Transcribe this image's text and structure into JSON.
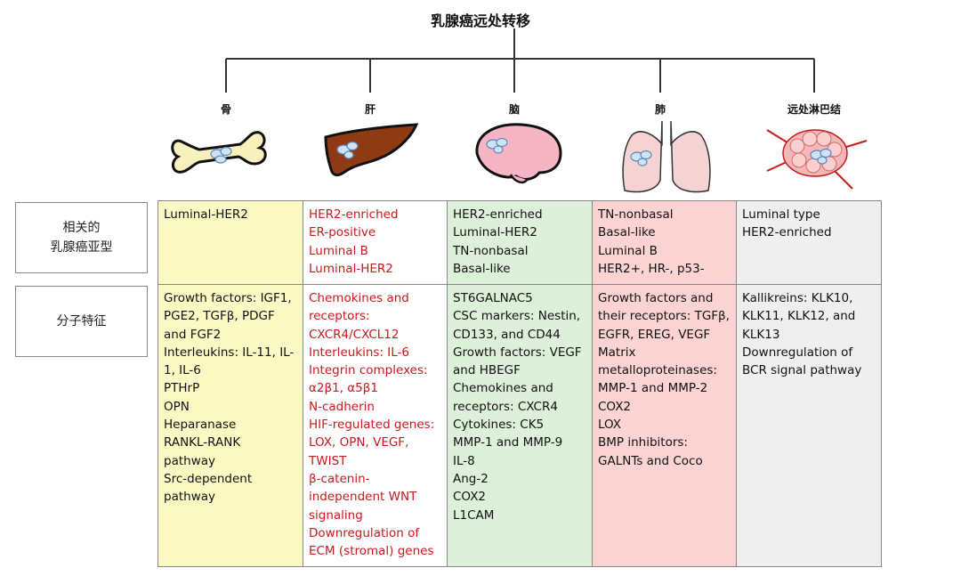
{
  "title": "乳腺癌远处转移",
  "row_labels": [
    [
      "相关的",
      "乳腺癌亚型"
    ],
    [
      "分子特征"
    ]
  ],
  "colors": {
    "text": "#111111",
    "red_text": "#c8191c",
    "bone_col": "#fbf9c4",
    "liver_col": "#ffffff",
    "brain_col": "#ddf0d9",
    "lung_col": "#fbd3d3",
    "lymph_col": "#efefef"
  },
  "columns": [
    {
      "organ": "骨",
      "icon": "bone-icon",
      "text_color": "#111111",
      "bg": "#fbf9c4",
      "subtypes": [
        "Luminal-HER2"
      ],
      "features": [
        "Growth factors: IGF1,",
        "PGE2, TGFβ, PDGF",
        "and FGF2",
        "Interleukins: IL-11, IL-",
        "1, IL-6",
        "PTHrP",
        "OPN",
        "Heparanase",
        "RANKL-RANK",
        "pathway",
        "Src-dependent",
        "pathway"
      ]
    },
    {
      "organ": "肝",
      "icon": "liver-icon",
      "text_color": "#c8191c",
      "bg": "#ffffff",
      "subtypes": [
        "HER2-enriched",
        "ER-positive",
        "Luminal B",
        "Luminal-HER2"
      ],
      "features": [
        "Chemokines and",
        "receptors:",
        "CXCR4/CXCL12",
        "Interleukins: IL-6",
        "Integrin complexes:",
        "α2β1, α5β1",
        "N-cadherin",
        "HIF-regulated genes:",
        "LOX, OPN, VEGF,",
        "TWIST",
        "β-catenin-",
        "independent WNT",
        "signaling",
        "Downregulation of",
        "ECM (stromal) genes"
      ]
    },
    {
      "organ": "脑",
      "icon": "brain-icon",
      "text_color": "#111111",
      "bg": "#ddf0d9",
      "subtypes": [
        "HER2-enriched",
        "Luminal-HER2",
        "TN-nonbasal",
        "Basal-like"
      ],
      "features": [
        "ST6GALNAC5",
        "CSC markers: Nestin,",
        "CD133, and CD44",
        "Growth factors: VEGF",
        "and HBEGF",
        "Chemokines and",
        "receptors: CXCR4",
        "Cytokines: CK5",
        "MMP-1 and MMP-9",
        "IL-8",
        "Ang-2",
        "COX2",
        "L1CAM"
      ]
    },
    {
      "organ": "肺",
      "icon": "lung-icon",
      "text_color": "#111111",
      "bg": "#fbd3d3",
      "subtypes": [
        "TN-nonbasal",
        "Basal-like",
        "Luminal B",
        "HER2+, HR-, p53-"
      ],
      "features": [
        "Growth factors and",
        "their receptors: TGFβ,",
        "EGFR, EREG, VEGF",
        "Matrix",
        "metalloproteinases:",
        "MMP-1 and MMP-2",
        "COX2",
        "LOX",
        "BMP inhibitors:",
        "GALNTs and Coco"
      ]
    },
    {
      "organ": "远处淋巴结",
      "icon": "lymph-node-icon",
      "text_color": "#111111",
      "bg": "#efefef",
      "subtypes": [
        "Luminal type",
        "HER2-enriched"
      ],
      "features": [
        "Kallikreins: KLK10,",
        "KLK11, KLK12, and",
        "KLK13",
        "Downregulation of",
        "BCR signal pathway"
      ]
    }
  ]
}
